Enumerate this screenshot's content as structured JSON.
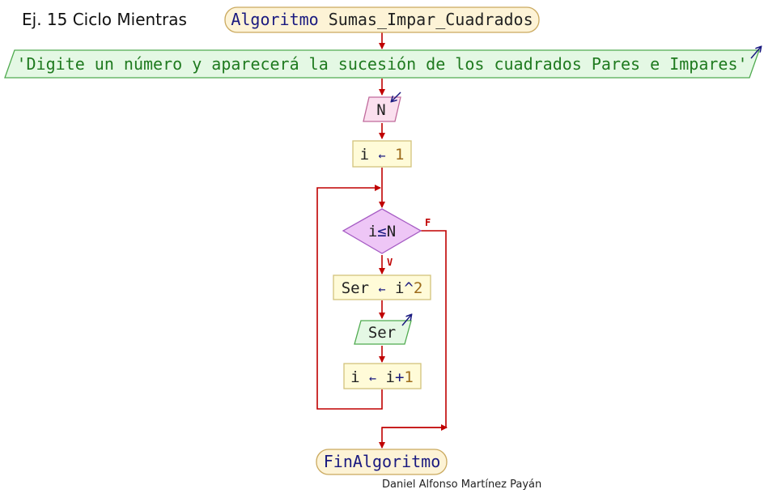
{
  "title": "Ej. 15 Ciclo Mientras",
  "author": "Daniel Alfonso Martínez Payán",
  "colors": {
    "flow_line": "#c00000",
    "keyword": "#1a1a80",
    "identifier": "#222222",
    "number": "#9c6b1a",
    "string": "#1f7a1f",
    "operator": "#1a1a80",
    "terminal_fill": "#fdf3d6",
    "terminal_stroke": "#caa95e",
    "output_fill": "#e4f8e4",
    "output_stroke": "#4faa4f",
    "input_fill": "#fbe0ef",
    "input_stroke": "#c06a9c",
    "process_fill": "#fffbd8",
    "process_stroke": "#d2c27c",
    "decision_fill": "#eec6f6",
    "decision_stroke": "#a65cc4"
  },
  "flowchart": {
    "start": {
      "keyword": "Algoritmo",
      "name": "Sumas_Impar_Cuadrados"
    },
    "output_message": "'Digite un número y aparecerá la sucesión de los cuadrados Pares e Impares'",
    "input": {
      "variable": "N"
    },
    "init": {
      "variable": "i",
      "arrow": "←",
      "value": "1"
    },
    "condition": {
      "left": "i",
      "op": "≤",
      "right": "N"
    },
    "true_label": "V",
    "false_label": "F",
    "assign_square": {
      "variable": "Ser",
      "arrow": "←",
      "base": "i",
      "op": "^",
      "exp": "2"
    },
    "output_ser": {
      "variable": "Ser"
    },
    "increment": {
      "variable": "i",
      "arrow": "←",
      "base": "i",
      "op": "+",
      "value": "1"
    },
    "end": {
      "keyword": "FinAlgoritmo"
    }
  }
}
